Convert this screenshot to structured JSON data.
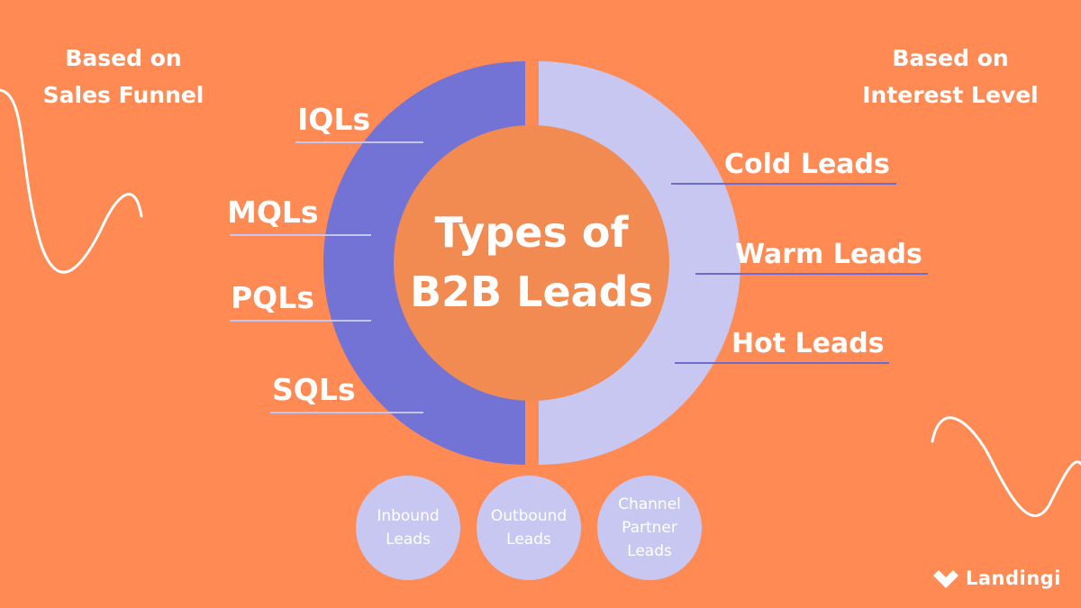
{
  "headings": {
    "left": [
      "Based on",
      "Sales Funnel"
    ],
    "right": [
      "Based on",
      "Interest Level"
    ]
  },
  "center_title": [
    "Types of",
    "B2B Leads"
  ],
  "left_items": [
    "IQLs",
    "MQLs",
    "PQLs",
    "SQLs"
  ],
  "right_items": [
    "Cold Leads",
    "Warm Leads",
    "Hot Leads"
  ],
  "bubbles": [
    [
      "Inbound",
      "Leads"
    ],
    [
      "Outbound",
      "Leads"
    ],
    [
      "Channel",
      "Partner",
      "Leads"
    ]
  ],
  "brand": "Landingi",
  "colors": {
    "background": "#FF8A54",
    "left_ring": "#7373D6",
    "right_ring": "#C8C7F1",
    "center": "#F28B52",
    "left_rule": "#C5C4F2",
    "right_rule": "#6B6BD0",
    "bubble": "#C8C7F1"
  }
}
